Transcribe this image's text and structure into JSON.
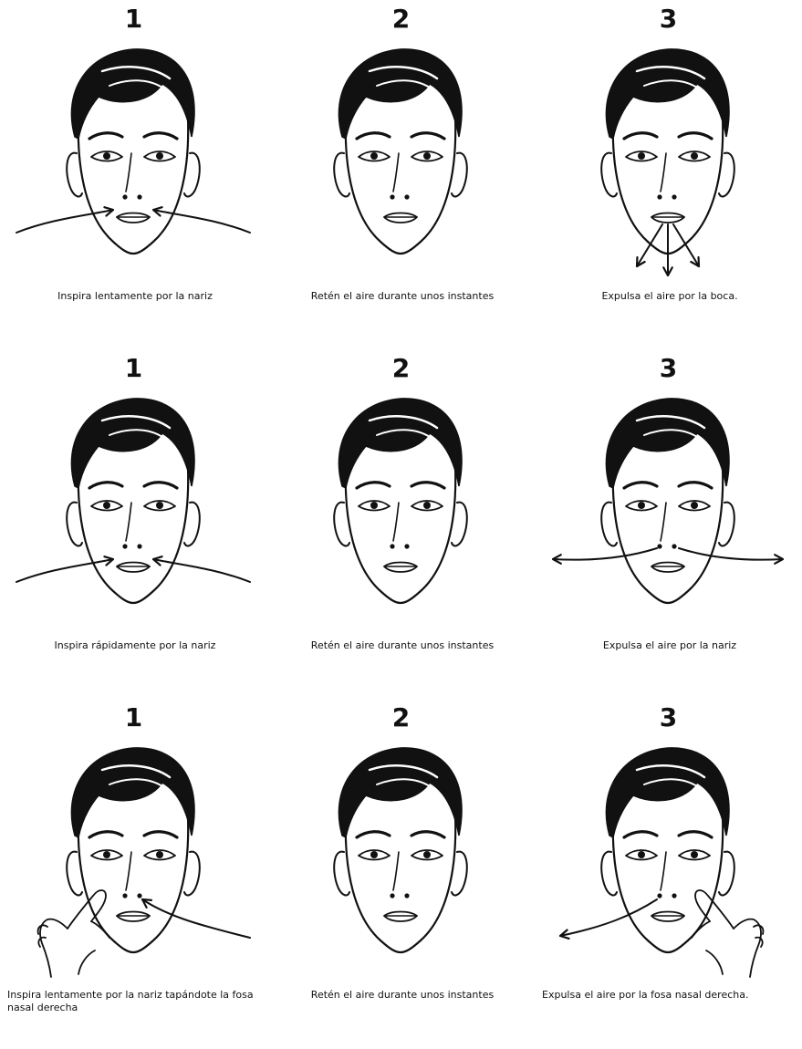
{
  "colors": {
    "ink": "#111111",
    "paper": "#ffffff"
  },
  "rows": [
    {
      "panels": [
        {
          "step": "1",
          "caption": "Inspira lentamente por la nariz",
          "arrows": "inhale-mouth"
        },
        {
          "step": "2",
          "caption": "Retén el aire durante unos instantes",
          "arrows": "none"
        },
        {
          "step": "3",
          "caption": "Expulsa el aire por la boca.",
          "arrows": "exhale-mouth"
        }
      ]
    },
    {
      "panels": [
        {
          "step": "1",
          "caption": "Inspira rápidamente por la nariz",
          "arrows": "inhale-mouth"
        },
        {
          "step": "2",
          "caption": "Retén el aire durante unos instantes",
          "arrows": "none"
        },
        {
          "step": "3",
          "caption": "Expulsa el aire por la nariz",
          "arrows": "exhale-nose"
        }
      ]
    },
    {
      "panels": [
        {
          "step": "1",
          "caption": "Inspira lentamente por la nariz tapándote la fosa nasal derecha",
          "arrows": "inhale-left-hand"
        },
        {
          "step": "2",
          "caption": "Retén el aire durante unos instantes",
          "arrows": "none"
        },
        {
          "step": "3",
          "caption": "Expulsa el aire por la fosa nasal derecha.",
          "arrows": "exhale-right-hand"
        }
      ]
    }
  ]
}
